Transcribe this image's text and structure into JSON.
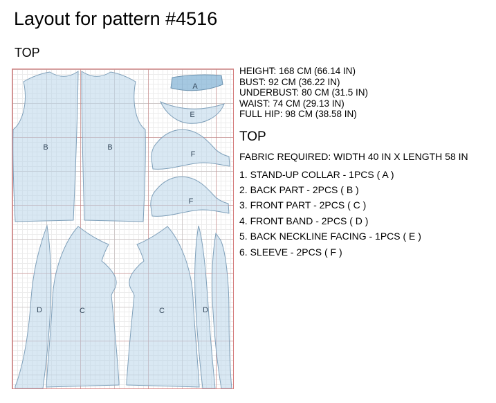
{
  "page": {
    "title": "Layout for pattern #4516",
    "section_label": "TOP"
  },
  "measurements": [
    "HEIGHT: 168 CM (66.14 IN)",
    "BUST: 92 CM (36.22 IN)",
    "UNDERBUST: 80 CM (31.5 IN)",
    "WAIST: 74 CM (29.13 IN)",
    "FULL HIP: 98 CM (38.58 IN)"
  ],
  "details": {
    "heading": "TOP",
    "fabric_required": "FABRIC REQUIRED: WIDTH 40 IN X LENGTH 58 IN",
    "pieces": [
      "1. STAND-UP COLLAR - 1PCS ( A )",
      "2. BACK PART - 2PCS ( B )",
      "3. FRONT PART - 2PCS ( C )",
      "4. FRONT BAND - 2PCS ( D )",
      "5. BACK NECKLINE FACING - 1PCS ( E )",
      "6. SLEEVE - 2PCS ( F )"
    ]
  },
  "layout": {
    "piece_labels": {
      "a": "A",
      "b1": "B",
      "b2": "B",
      "c1": "C",
      "c2": "C",
      "d1": "D",
      "d2": "D",
      "e": "E",
      "f1": "F",
      "f2": "F"
    },
    "colors": {
      "piece_fill": "#b9d6ea",
      "piece_stroke": "#7fa0ba",
      "collar_fill": "#7fb0d4",
      "collar_stroke": "#6d93b0",
      "label_text": "#35495c",
      "grid_border": "#d47c7c"
    }
  }
}
